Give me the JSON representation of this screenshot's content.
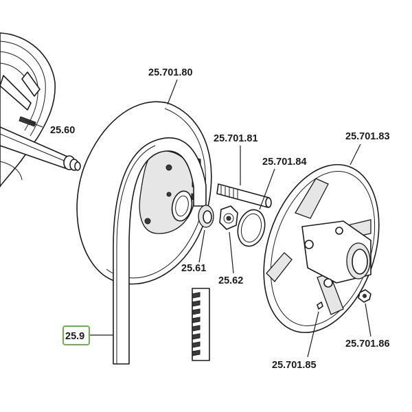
{
  "diagram": {
    "callouts": {
      "c_25_701_80": "25.701.80",
      "c_25_60": "25.60",
      "c_25_701_81": "25.701.81",
      "c_25_701_84": "25.701.84",
      "c_25_701_83": "25.701.83",
      "c_25_61": "25.61",
      "c_25_62": "25.62",
      "c_25_9": "25.9",
      "c_25_701_86": "25.701.86",
      "c_25_701_85": "25.701.85"
    },
    "highlighted_callout": "25.9",
    "highlight_color": "#6ab04c",
    "line_color": "#1a1a1a",
    "background_color": "#ffffff"
  }
}
